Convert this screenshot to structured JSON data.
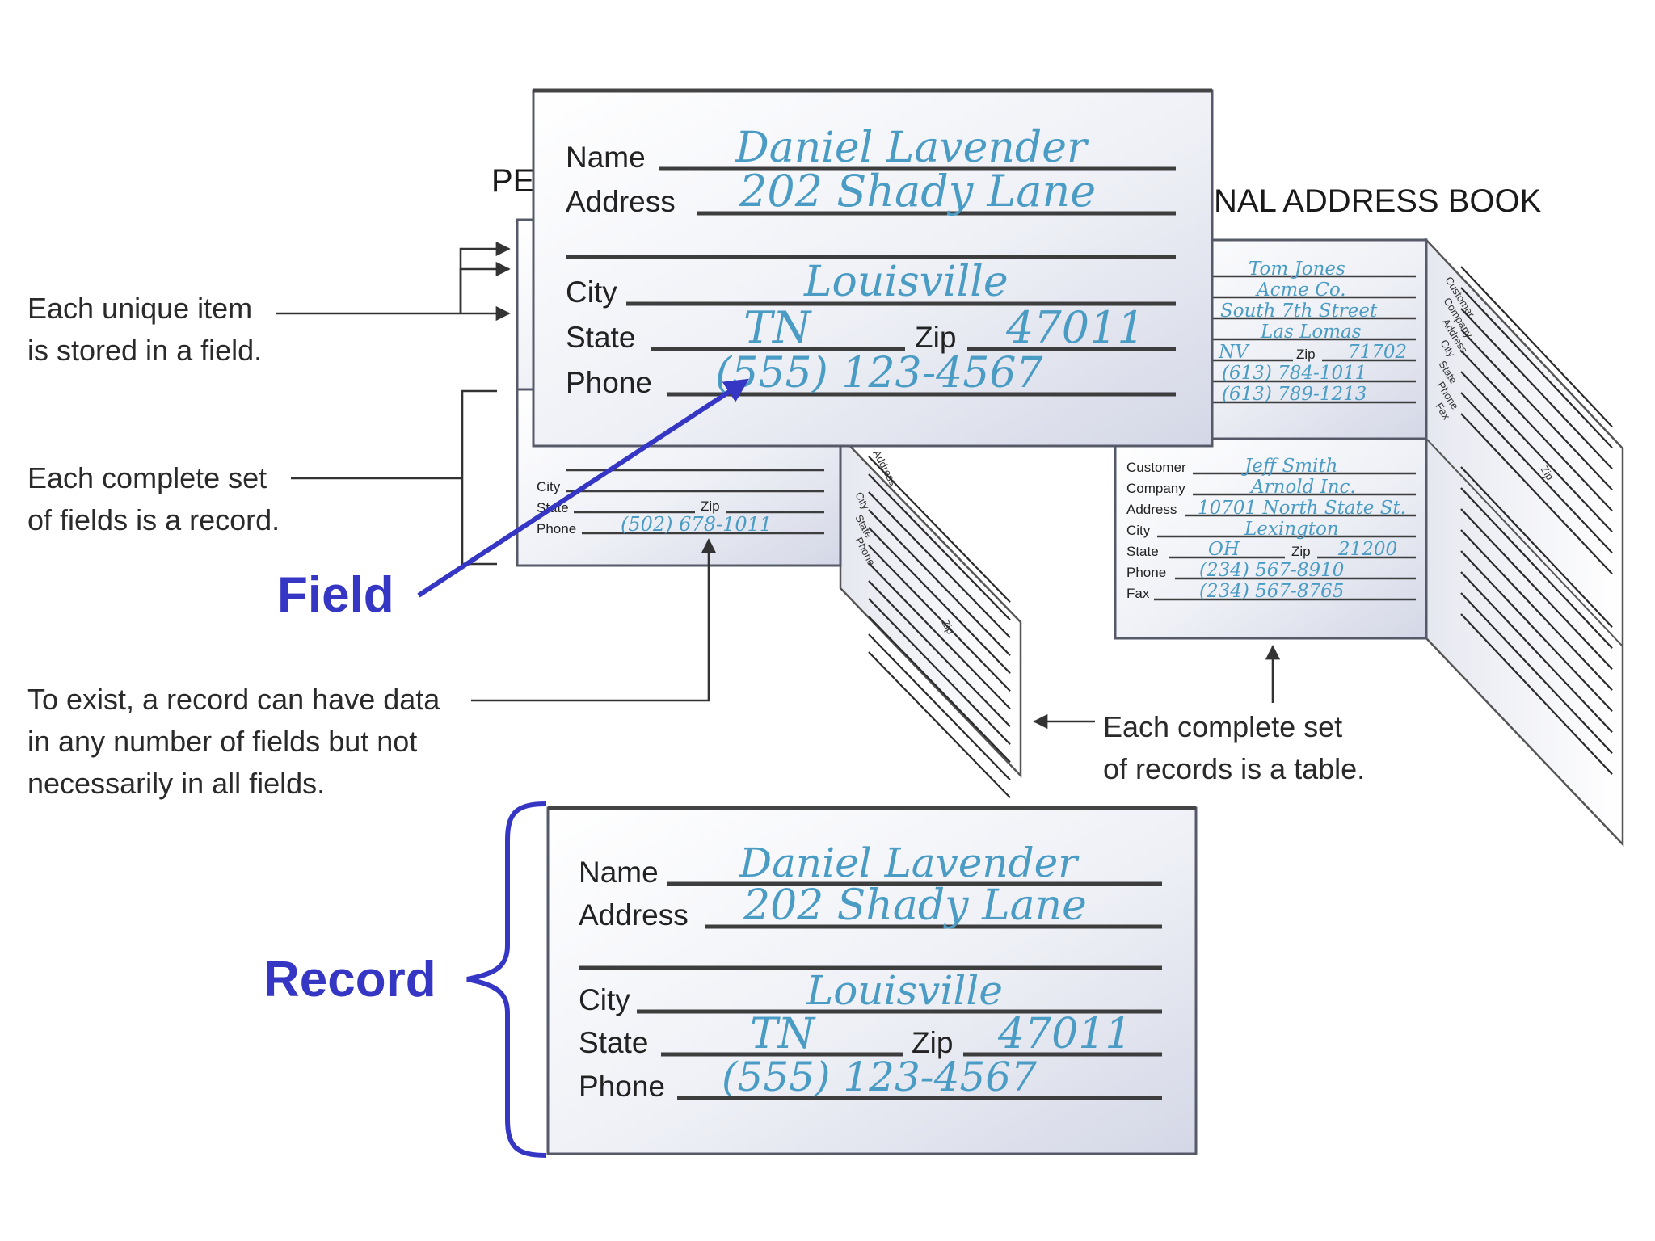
{
  "title_left": "PE",
  "title_right": "NAL ADDRESS BOOK",
  "callouts": {
    "field_item": [
      "Each unique item",
      "is stored in a field."
    ],
    "record_set": [
      "Each complete set",
      "of fields is a record."
    ],
    "record_exist": [
      "To exist, a record can have data",
      "in any number of fields but not",
      "necessarily in all fields."
    ],
    "table_set": [
      "Each complete set",
      "of records is a table."
    ]
  },
  "highlight_labels": {
    "field": "Field",
    "record": "Record"
  },
  "big_card": {
    "labels": {
      "name": "Name",
      "address": "Address",
      "city": "City",
      "state": "State",
      "zip": "Zip",
      "phone": "Phone"
    },
    "values": {
      "name": "Daniel Lavender",
      "address": "202 Shady Lane",
      "city": "Louisville",
      "state": "TN",
      "zip": "47011",
      "phone": "(555) 123-4567"
    }
  },
  "left_back_card": {
    "labels": {
      "city": "City",
      "state": "State",
      "zip": "Zip",
      "phone": "Phone"
    },
    "values": {
      "phone": "(502) 678-1011"
    }
  },
  "left_side_page": {
    "labels": [
      "City",
      "State",
      "Phone",
      "Zip",
      "Address"
    ]
  },
  "right_top_card": {
    "labels": {
      "zip": "Zip"
    },
    "values": {
      "customer": "Tom Jones",
      "company": "Acme Co.",
      "address": "South 7th Street",
      "city": "Las Lomas",
      "state": "NV",
      "zip": "71702",
      "phone": "(613) 784-1011",
      "fax": "(613) 789-1213"
    }
  },
  "right_bottom_card": {
    "labels": {
      "customer": "Customer",
      "company": "Company",
      "address": "Address",
      "city": "City",
      "state": "State",
      "zip": "Zip",
      "phone": "Phone",
      "fax": "Fax"
    },
    "values": {
      "customer": "Jeff Smith",
      "company": "Arnold Inc.",
      "address": "10701 North State St.",
      "city": "Lexington",
      "state": "OH",
      "zip": "21200",
      "phone": "(234) 567-8910",
      "fax": "(234) 567-8765"
    }
  },
  "right_side_page": {
    "labels": [
      "Customer",
      "Company",
      "Address",
      "City",
      "State",
      "Phone",
      "Fax",
      "Zip"
    ]
  },
  "colors": {
    "highlight": "#3636c4",
    "handwriting": "#4a9cc4",
    "card_edge": "#565968"
  }
}
